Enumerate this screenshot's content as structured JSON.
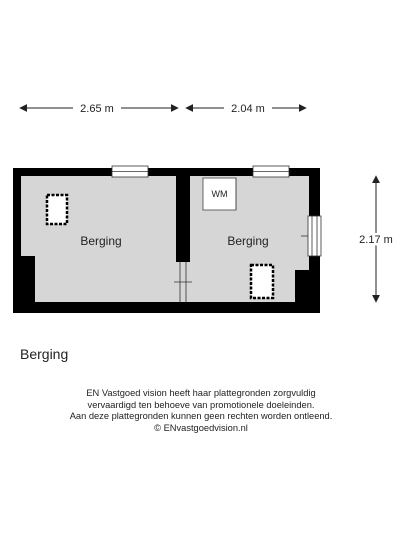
{
  "dimensions": {
    "top_left": "2.65 m",
    "top_right": "2.04 m",
    "right": "2.17 m"
  },
  "rooms": {
    "left": "Berging",
    "right": "Berging",
    "appliance": "WM"
  },
  "floor_title": "Berging",
  "disclaimer": {
    "line1": "EN Vastgoed vision heeft haar plattegronden zorgvuldig",
    "line2": "vervaardigd ten behoeve van promotionele doeleinden.",
    "line3": "Aan deze plattegronden kunnen geen rechten worden ontleend.",
    "line4": "© ENvastgoedvision.nl"
  },
  "colors": {
    "wall": "#000000",
    "floor": "#d6d6d6",
    "dimension_line": "#222222"
  },
  "icons": {
    "dimension-arrow": "filled-triangle",
    "skylight": "dashed-square",
    "door": "swing-line"
  }
}
